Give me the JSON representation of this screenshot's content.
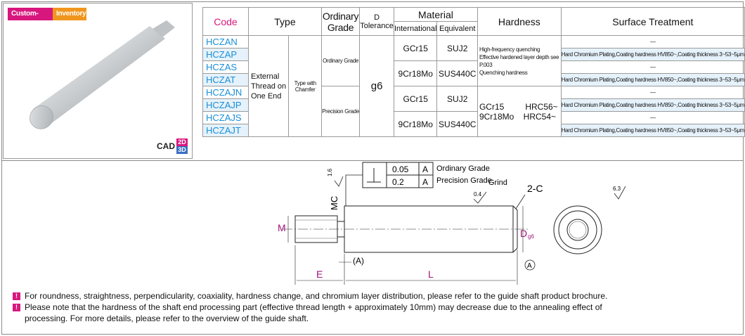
{
  "tags": {
    "custom": "Custom-made",
    "inventory": "Inventory"
  },
  "cad": {
    "label": "CAD",
    "d2": "2D",
    "d3": "3D"
  },
  "table": {
    "headers": {
      "code": "Code",
      "type": "Type",
      "grade": "Ordinary Grade",
      "d_tol_1": "D",
      "d_tol_2": "Tolerance",
      "material": "Material",
      "international": "International",
      "equivalent": "Equivalent",
      "hardness": "Hardness",
      "surface": "Surface Treatment"
    },
    "codes": [
      "HCZAN",
      "HCZAP",
      "HCZAS",
      "HCZAT",
      "HCZAJN",
      "HCZAJP",
      "HCZAJS",
      "HCZAJT"
    ],
    "type1": "External Thread on One End",
    "type2": "Type with Chamfer",
    "grade_ordinary": "Ordinary Grade",
    "grade_precision": "Precision Grade",
    "tolerance": "g6",
    "mat_gcr15": "GCr15",
    "mat_suj2": "SUJ2",
    "mat_9cr18mo": "9Cr18Mo",
    "mat_sus440c": "SUS440C",
    "hard_line1": "High-frequency quenching",
    "hard_line2": "Effective hardened layer depth see P.003",
    "hard_line3": "Quenching hardness",
    "hard_gcr15": "GCr15",
    "hard_hrc56": "HRC56~",
    "hard_9cr18mo": "9Cr18Mo",
    "hard_hrc54": "HRC54~",
    "surf_none": "—",
    "surf_chrome": "Hard Chromium Plating,Coating hardness HV850~,Coating thickness 3~53~5μm"
  },
  "drawing": {
    "tol1_val": "0.05",
    "tol1_ref": "A",
    "tol1_label": "Ordinary Grade",
    "tol2_val": "0.2",
    "tol2_ref": "A",
    "tol2_label": "Precision Grade",
    "rough_16": "1.6",
    "rough_04": "0.4",
    "grind": "Grind",
    "chamfer": "2-C",
    "mc": "MC",
    "m": "M",
    "d": "D",
    "d_sub": "g6",
    "datum": "A",
    "datum_paren": "(A)",
    "e": "E",
    "l": "L",
    "rough_63": "6.3"
  },
  "notes": [
    "For roundness, straightness, perpendicularity, coaxiality, hardness change, and chromium layer distribution, please refer to the guide shaft product brochure.",
    "Please note that the hardness of the shaft end processing part (effective thread length + approximately 10mm) may decrease due to the annealing effect of",
    "processing. For more details, please refer to the overview of the guide shaft."
  ]
}
